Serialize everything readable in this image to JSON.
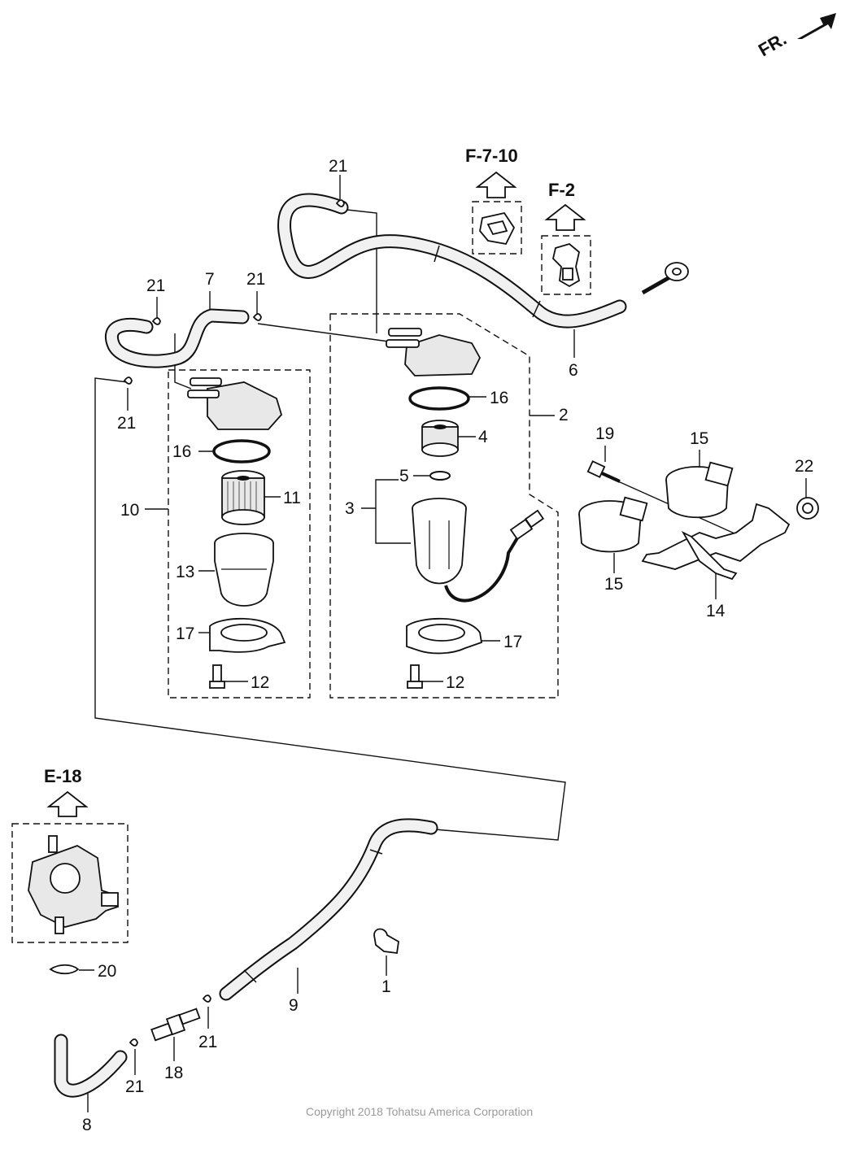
{
  "orientation": {
    "label": "FR."
  },
  "refs": {
    "f710": "F-7-10",
    "f2": "F-2",
    "e18": "E-18"
  },
  "callouts": {
    "c1": "1",
    "c2": "2",
    "c3": "3",
    "c4": "4",
    "c5": "5",
    "c6": "6",
    "c7": "7",
    "c8": "8",
    "c9": "9",
    "c10": "10",
    "c11": "11",
    "c12a": "12",
    "c12b": "12",
    "c13": "13",
    "c14": "14",
    "c15a": "15",
    "c15b": "15",
    "c16a": "16",
    "c16b": "16",
    "c17a": "17",
    "c17b": "17",
    "c18": "18",
    "c19": "19",
    "c20": "20",
    "c21a": "21",
    "c21b": "21",
    "c21c": "21",
    "c21d": "21",
    "c21e": "21",
    "c21f": "21",
    "c22": "22"
  },
  "footer": {
    "copyright": "Copyright 2018 Tohatsu America Corporation"
  }
}
